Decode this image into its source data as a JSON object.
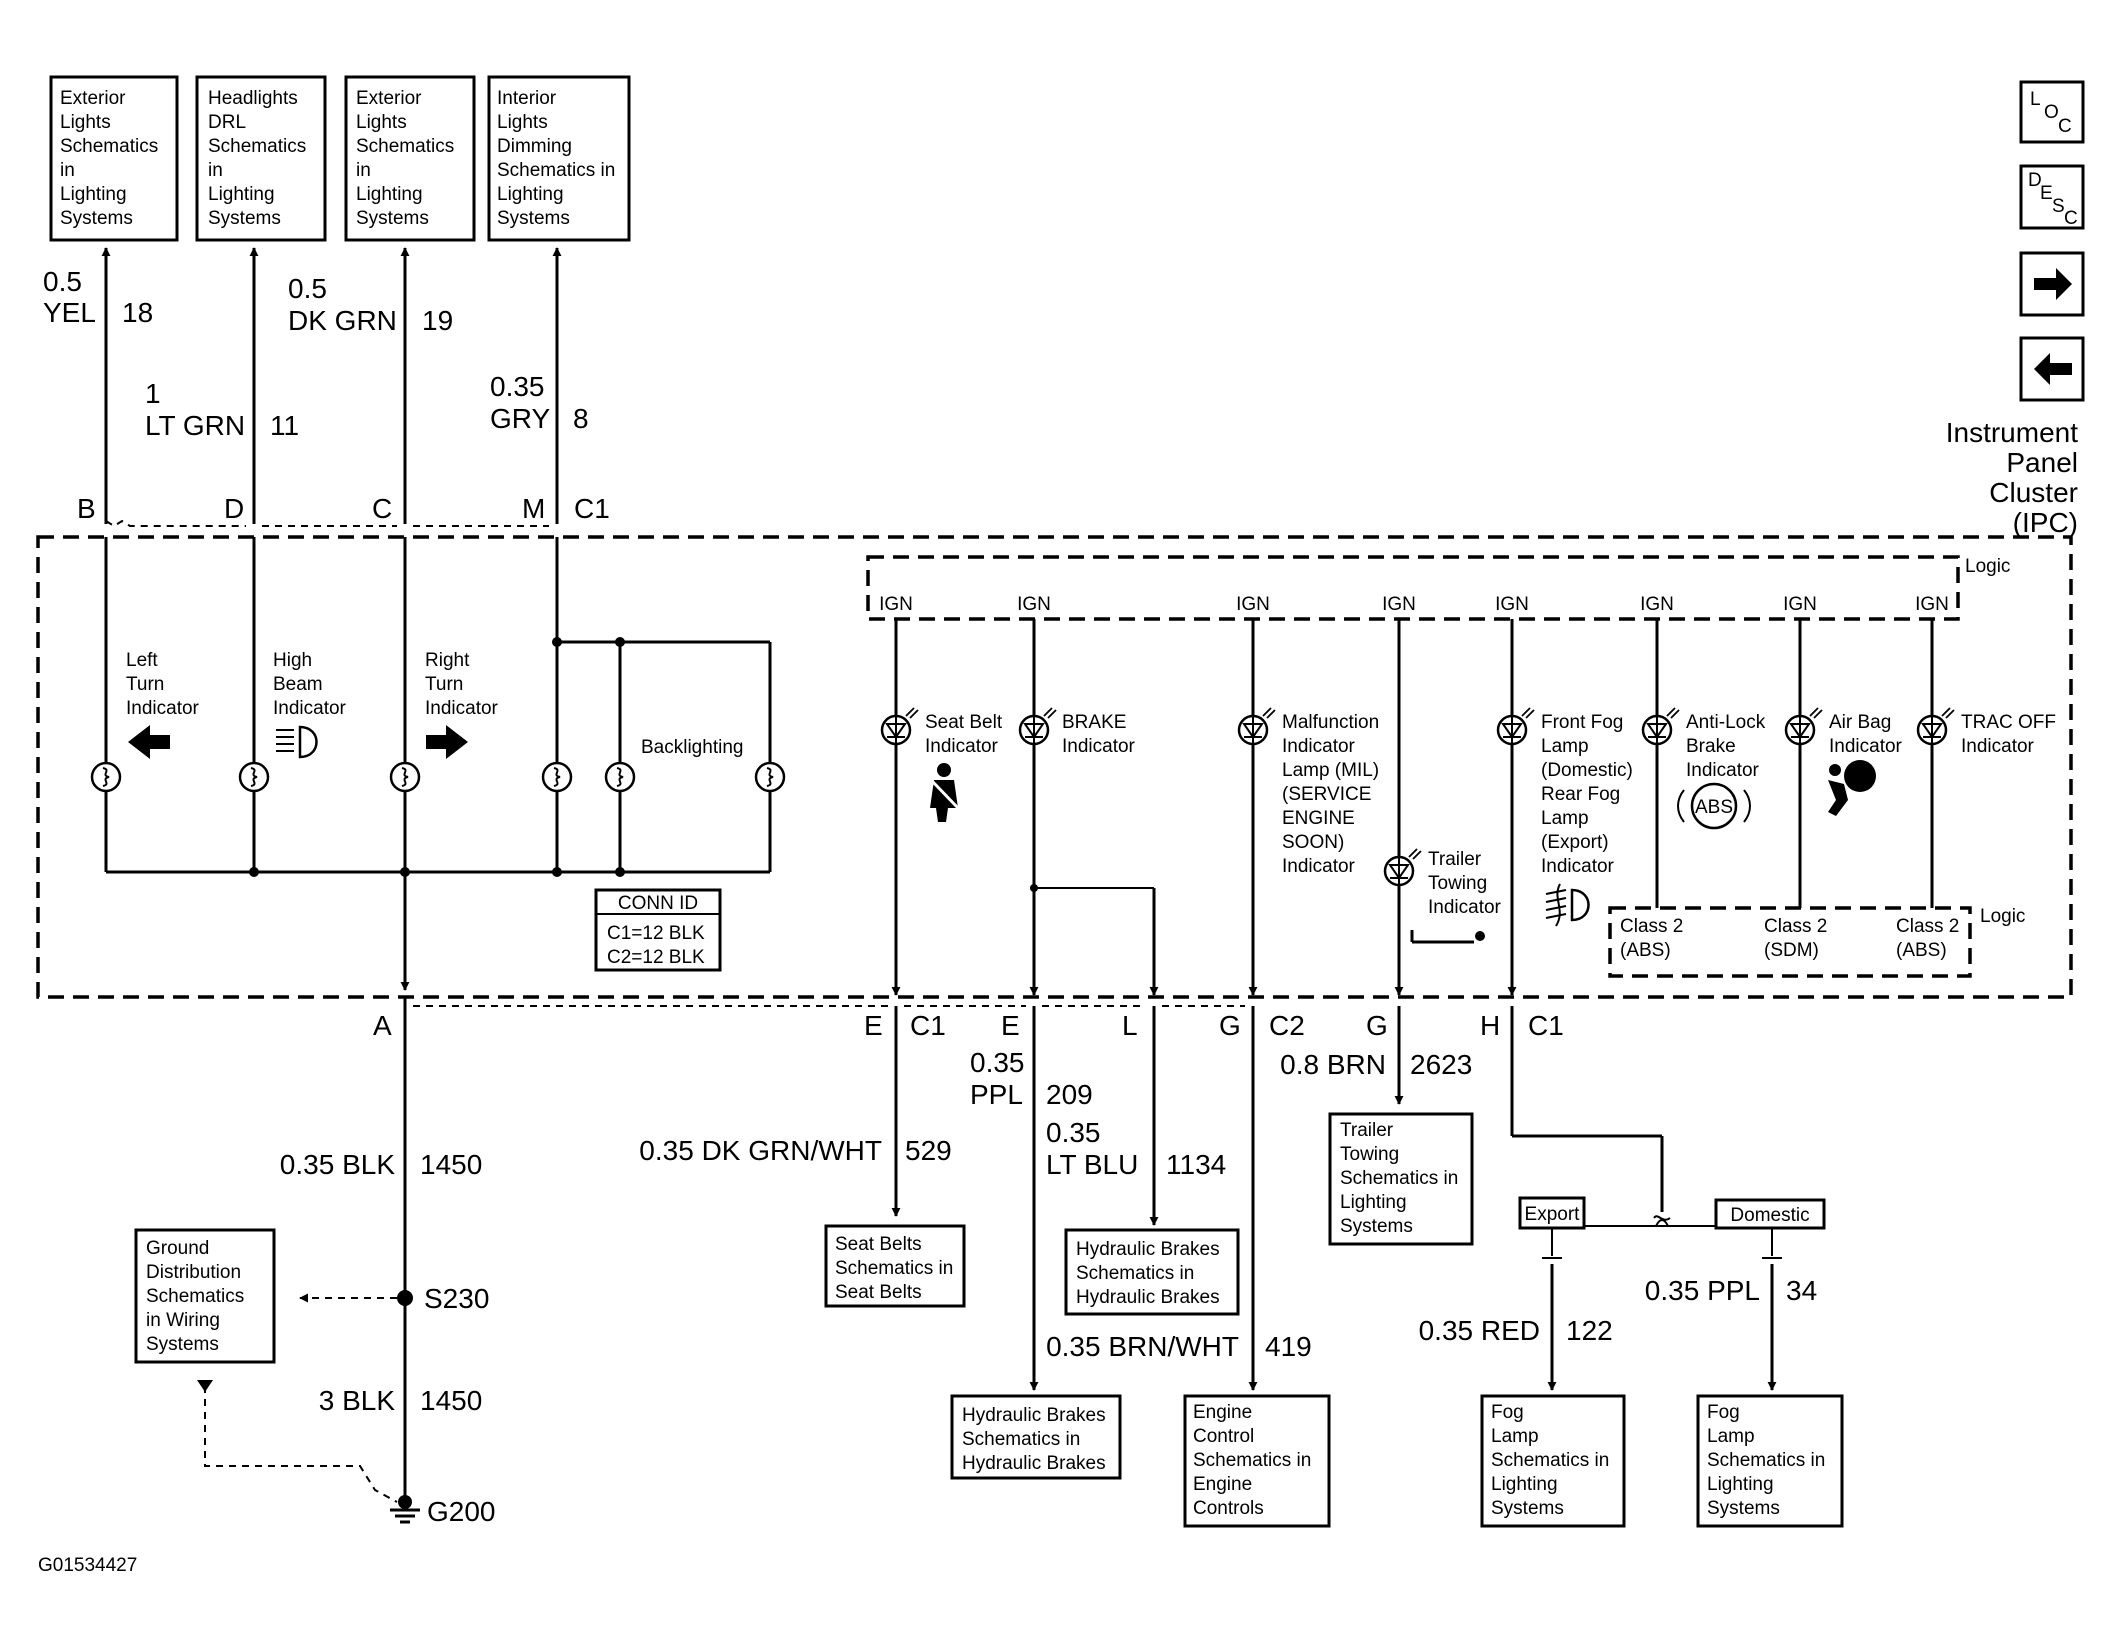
{
  "nav": {
    "loc": {
      "a": "L",
      "b": "O",
      "c": "C"
    },
    "desc": {
      "a": "D",
      "b": "E",
      "c": "S",
      "d": "C"
    }
  },
  "header": {
    "title_lines": [
      "Instrument",
      "Panel",
      "Cluster",
      "(IPC)"
    ]
  },
  "top_boxes": [
    {
      "lines": [
        "Exterior",
        "Lights",
        "Schematics",
        "in",
        "Lighting",
        "Systems"
      ]
    },
    {
      "lines": [
        "Headlights",
        "DRL",
        "Schematics",
        "in",
        "Lighting",
        "Systems"
      ]
    },
    {
      "lines": [
        "Exterior",
        "Lights",
        "Schematics",
        "in",
        "Lighting",
        "Systems"
      ]
    },
    {
      "lines": [
        "Interior",
        "Lights",
        "Dimming",
        "Schematics in",
        "Lighting",
        "Systems"
      ]
    }
  ],
  "top_wires": [
    {
      "gauge": "0.5",
      "color": "YEL",
      "circuit": "18",
      "pin": "B"
    },
    {
      "gauge": "1",
      "color": "LT GRN",
      "circuit": "11",
      "pin": "D"
    },
    {
      "gauge": "0.5",
      "color": "DK GRN",
      "circuit": "19",
      "pin": "C"
    },
    {
      "gauge": "0.35",
      "color": "GRY",
      "circuit": "8",
      "pin": "M"
    }
  ],
  "connector_c1": "C1",
  "left_indicators": [
    {
      "lines": [
        "Left",
        "Turn",
        "Indicator"
      ]
    },
    {
      "lines": [
        "High",
        "Beam",
        "Indicator"
      ]
    },
    {
      "lines": [
        "Right",
        "Turn",
        "Indicator"
      ]
    }
  ],
  "backlighting": "Backlighting",
  "conn_id": {
    "title": "CONN ID",
    "rows": [
      "C1=12 BLK",
      "C2=12 BLK"
    ]
  },
  "logic_label": "Logic",
  "ign": "IGN",
  "indicators": [
    {
      "lines": [
        "Seat Belt",
        "Indicator"
      ]
    },
    {
      "lines": [
        "BRAKE",
        "Indicator"
      ]
    },
    {
      "lines": [
        "Malfunction",
        "Indicator",
        "Lamp (MIL)",
        "(SERVICE",
        "ENGINE",
        "SOON)",
        "Indicator"
      ]
    },
    {
      "lines": [
        "Trailer",
        "Towing",
        "Indicator"
      ]
    },
    {
      "lines": [
        "Front Fog",
        "Lamp",
        "(Domestic)",
        "Rear Fog",
        "Lamp",
        "(Export)",
        "Indicator"
      ]
    },
    {
      "lines": [
        "Anti-Lock",
        "Brake",
        "Indicator"
      ]
    },
    {
      "lines": [
        "Air Bag",
        "Indicator"
      ]
    },
    {
      "lines": [
        "TRAC OFF",
        "Indicator"
      ]
    }
  ],
  "abs_icon_text": "ABS",
  "class2": [
    {
      "a": "Class 2",
      "b": "(ABS)"
    },
    {
      "a": "Class 2",
      "b": "(SDM)"
    },
    {
      "a": "Class 2",
      "b": "(ABS)"
    }
  ],
  "ground": {
    "pin": "A",
    "wire1": {
      "gauge": "0.35 BLK",
      "circuit": "1450"
    },
    "splice": "S230",
    "wire2": {
      "gauge": "3 BLK",
      "circuit": "1450"
    },
    "ground_id": "G200",
    "box_lines": [
      "Ground",
      "Distribution",
      "Schematics",
      "in Wiring",
      "Systems"
    ]
  },
  "bottom": {
    "seat": {
      "pin": "E",
      "conn": "C1",
      "wire": "0.35 DK GRN/WHT",
      "circuit": "529",
      "box": [
        "Seat Belts",
        "Schematics in",
        "Seat Belts"
      ]
    },
    "brake": {
      "pin": "E",
      "gauge": "0.35",
      "color": "PPL",
      "circuit": "209",
      "box": [
        "Hydraulic Brakes",
        "Schematics in",
        "Hydraulic Brakes"
      ]
    },
    "brake2": {
      "pin": "L",
      "gauge": "0.35",
      "color": "LT BLU",
      "circuit": "1134",
      "box": [
        "Hydraulic Brakes",
        "Schematics in",
        "Hydraulic Brakes"
      ]
    },
    "mil": {
      "pin": "G",
      "conn": "C2",
      "wire": "0.35 BRN/WHT",
      "circuit": "419",
      "box": [
        "Engine",
        "Control",
        "Schematics in",
        "Engine",
        "Controls"
      ]
    },
    "trailer": {
      "pin": "G",
      "wire": "0.8 BRN",
      "circuit": "2623",
      "box": [
        "Trailer",
        "Towing",
        "Schematics in",
        "Lighting",
        "Systems"
      ]
    },
    "fog": {
      "pin": "H",
      "conn": "C1",
      "export": "Export",
      "domestic": "Domestic",
      "export_wire": "0.35 RED",
      "export_circuit": "122",
      "domestic_wire": "0.35 PPL",
      "domestic_circuit": "34",
      "export_box": [
        "Fog",
        "Lamp",
        "Schematics in",
        "Lighting",
        "Systems"
      ],
      "domestic_box": [
        "Fog",
        "Lamp",
        "Schematics in",
        "Lighting",
        "Systems"
      ]
    }
  },
  "footer_id": "G01534427"
}
